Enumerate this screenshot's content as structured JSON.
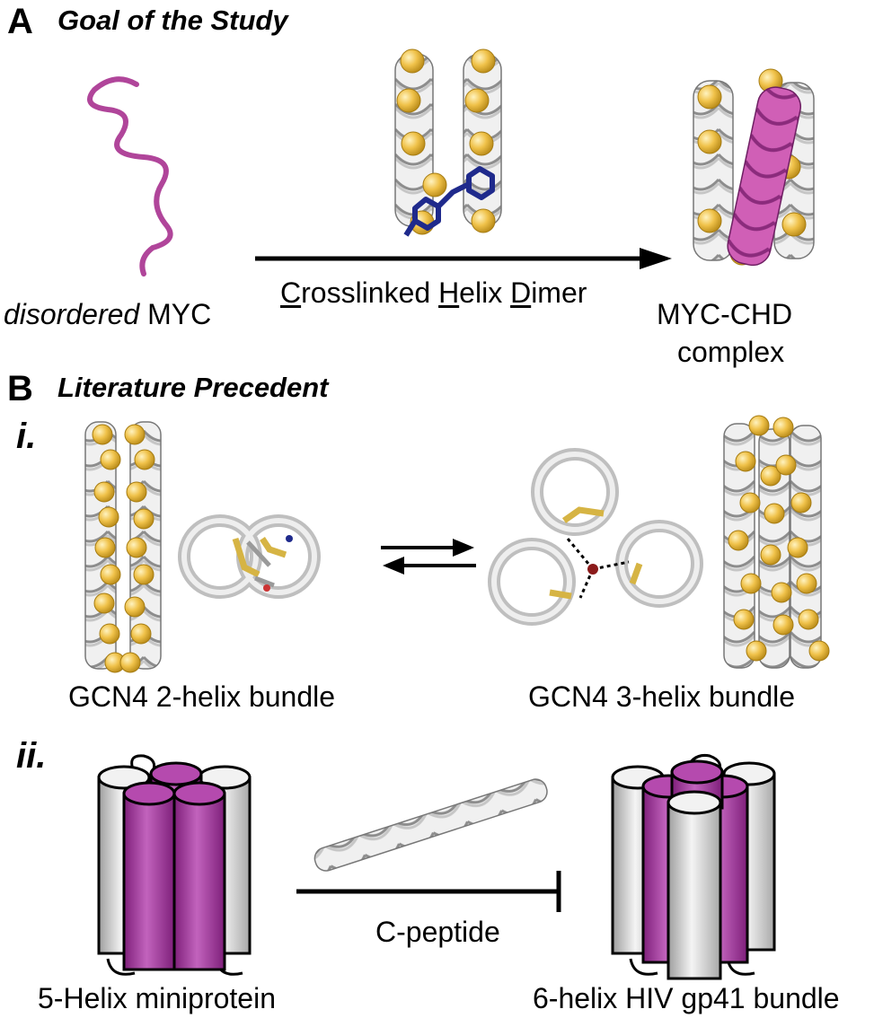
{
  "panel_a": {
    "letter": "A",
    "title": "Goal of the Study",
    "left_label_italic": "disordered",
    "left_label_rest": " MYC",
    "arrow_label": {
      "c_letter": "C",
      "c_rest": "rosslinked ",
      "h_letter": "H",
      "h_rest": "elix ",
      "d_letter": "D",
      "d_rest": "imer"
    },
    "right_label_line1": "MYC-CHD",
    "right_label_line2": "complex"
  },
  "panel_b": {
    "letter": "B",
    "title": "Literature Precedent",
    "part_i": {
      "numeral": "i.",
      "left_label": "GCN4 2-helix bundle",
      "right_label": "GCN4 3-helix bundle"
    },
    "part_ii": {
      "numeral": "ii.",
      "left_label": "5-Helix miniprotein",
      "inhibitor_label": "C-peptide",
      "right_label": "6-helix HIV gp41 bundle"
    }
  },
  "colors": {
    "myc_magenta": "#b0459a",
    "helix_gray": "#d9d9d9",
    "sphere_yellow": "#f0c24a",
    "crosslinker_blue": "#1f2a8c",
    "cylinder_purple": "#9a2f95"
  }
}
